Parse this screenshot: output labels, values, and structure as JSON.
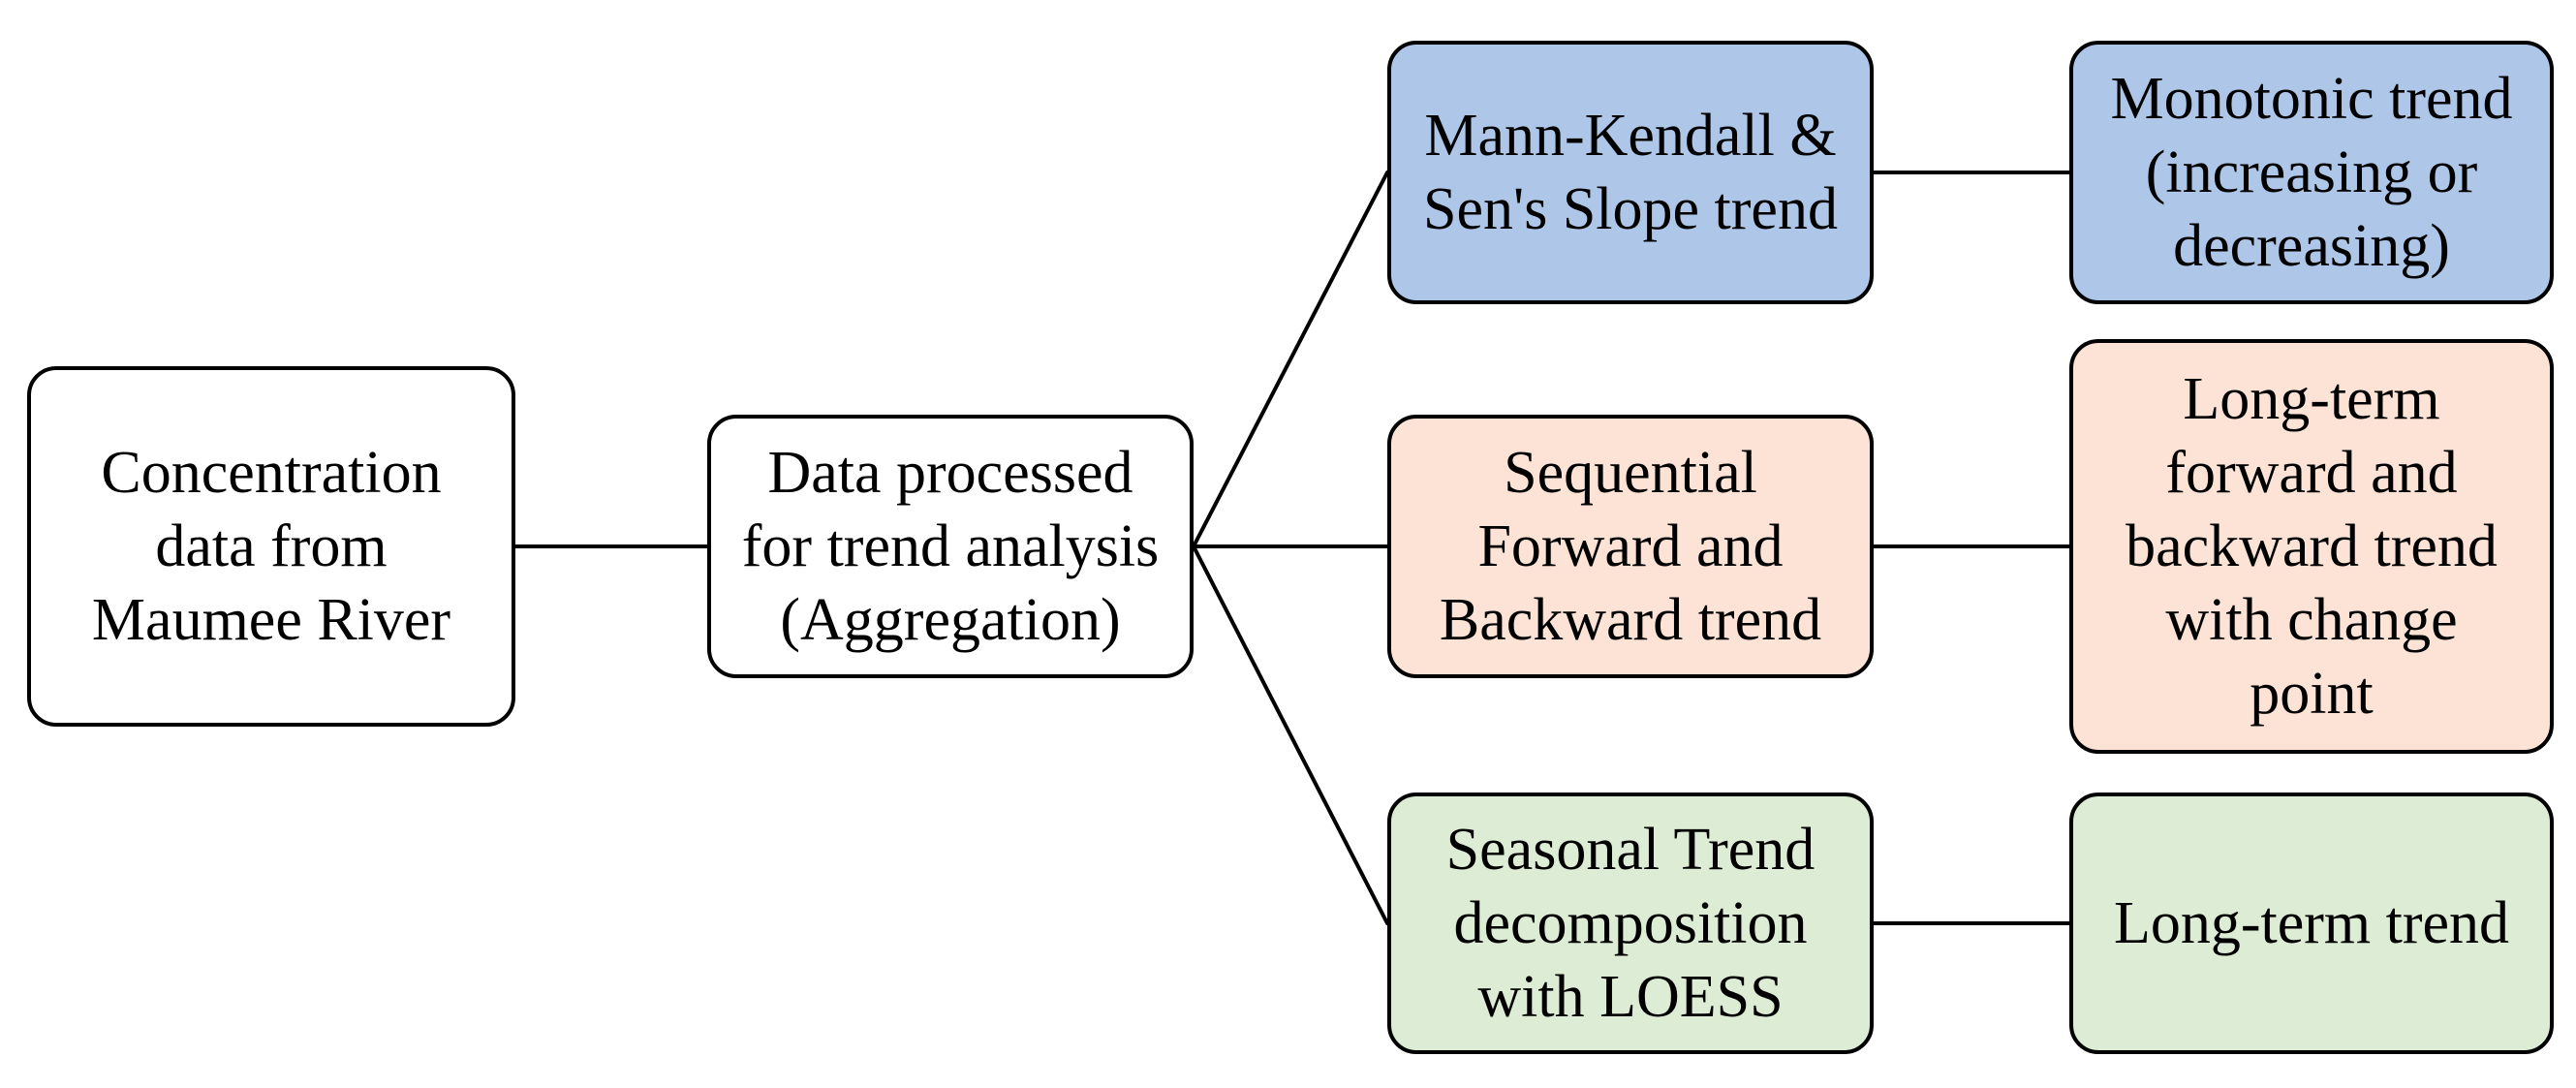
{
  "nodes": {
    "source": {
      "text": "Concentration\ndata from\nMaumee River",
      "fill": "#ffffff"
    },
    "process": {
      "text": "Data processed\nfor trend analysis\n(Aggregation)",
      "fill": "#ffffff"
    },
    "mann_kendall": {
      "text": "Mann-Kendall &\nSen's Slope trend",
      "fill": "#aec7e8"
    },
    "sequential": {
      "text": "Sequential\nForward and\nBackward trend",
      "fill": "#fde3d5"
    },
    "stl": {
      "text": "Seasonal Trend\ndecomposition\nwith LOESS",
      "fill": "#dcecd5"
    },
    "monotonic": {
      "text": "Monotonic trend\n(increasing or\ndecreasing)",
      "fill": "#aec7e8"
    },
    "long_term_fb": {
      "text": "Long-term\nforward and\nbackward trend\nwith change\npoint",
      "fill": "#fde3d5"
    },
    "long_term": {
      "text": "Long-term trend",
      "fill": "#dcecd5"
    }
  }
}
